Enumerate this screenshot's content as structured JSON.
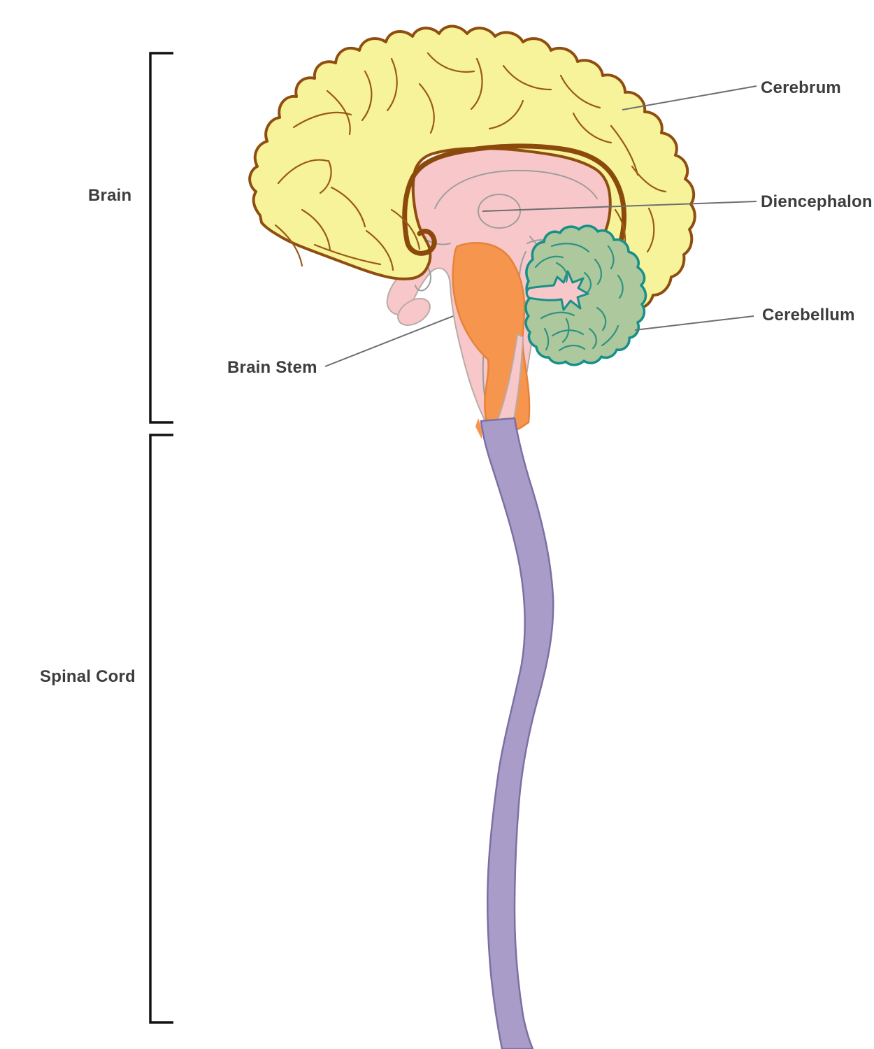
{
  "labels": {
    "cerebrum": "Cerebrum",
    "diencephalon": "Diencephalon",
    "cerebellum": "Cerebellum",
    "brain_stem": "Brain Stem",
    "brain": "Brain",
    "spinal_cord": "Spinal Cord"
  },
  "colors": {
    "cerebrum_fill": "#F7F39B",
    "cerebrum_outline": "#8F4E10",
    "diencephalon_fill": "#F8C7C9",
    "diencephalon_detail": "#9E9E9E",
    "brainstem_fill": "#F6954E",
    "brainstem_outline": "#E5833B",
    "cerebellum_fill": "#ACC89C",
    "cerebellum_outline": "#17908A",
    "cerebellum_detail": "#2E9383",
    "spinal_cord_fill": "#A99CC8",
    "spinal_cord_outline": "#7C70A3",
    "label_text": "#3D3D3D",
    "leader_line": "#6E6E6E",
    "bracket": "#111111",
    "background": "#FFFFFF"
  }
}
